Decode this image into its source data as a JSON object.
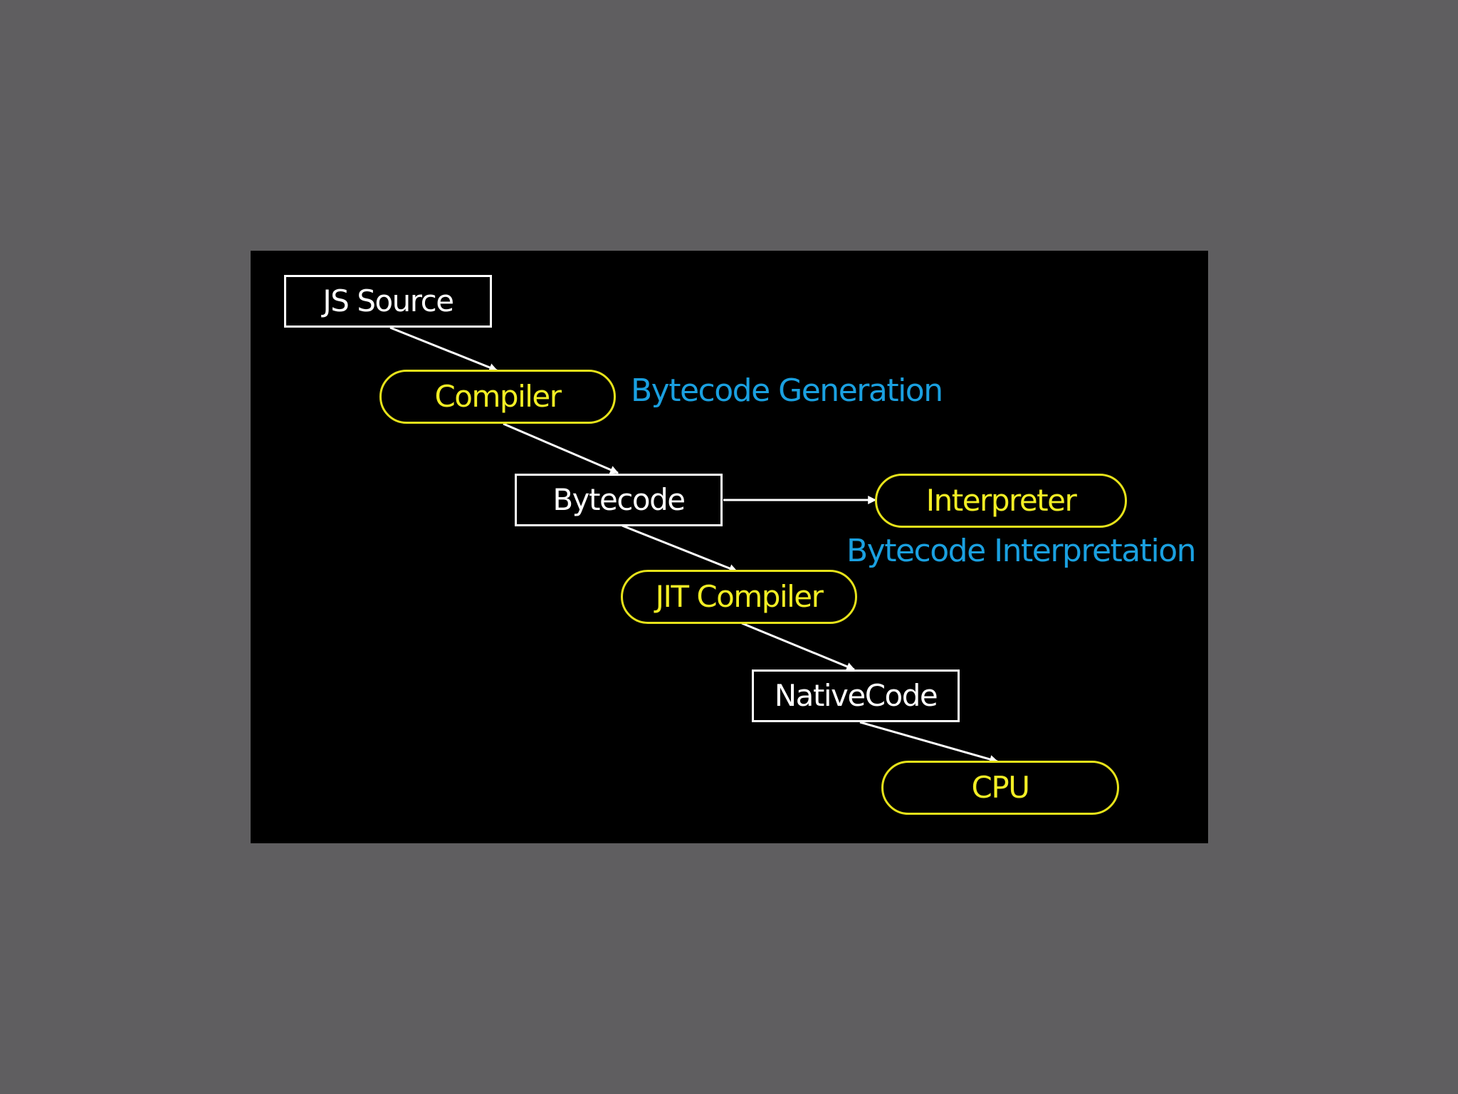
{
  "diagram": {
    "nodes": {
      "js_source": "JS Source",
      "compiler": "Compiler",
      "bytecode": "Bytecode",
      "interpreter": "Interpreter",
      "jit_compiler": "JIT Compiler",
      "native_code": "NativeCode",
      "cpu": "CPU"
    },
    "notes": {
      "bytecode_generation": "Bytecode Generation",
      "bytecode_interpretation": "Bytecode Interpretation"
    },
    "edges": [
      {
        "from": "js_source",
        "to": "compiler"
      },
      {
        "from": "compiler",
        "to": "bytecode"
      },
      {
        "from": "bytecode",
        "to": "interpreter"
      },
      {
        "from": "bytecode",
        "to": "jit_compiler"
      },
      {
        "from": "jit_compiler",
        "to": "native_code"
      },
      {
        "from": "native_code",
        "to": "cpu"
      }
    ],
    "colors": {
      "background": "#000000",
      "frame": "#5f5e60",
      "box_stroke": "#ffffff",
      "pill_stroke": "#e6e21a",
      "pill_text": "#f2ee24",
      "note_text": "#1aa0e0",
      "arrow": "#ffffff"
    }
  }
}
